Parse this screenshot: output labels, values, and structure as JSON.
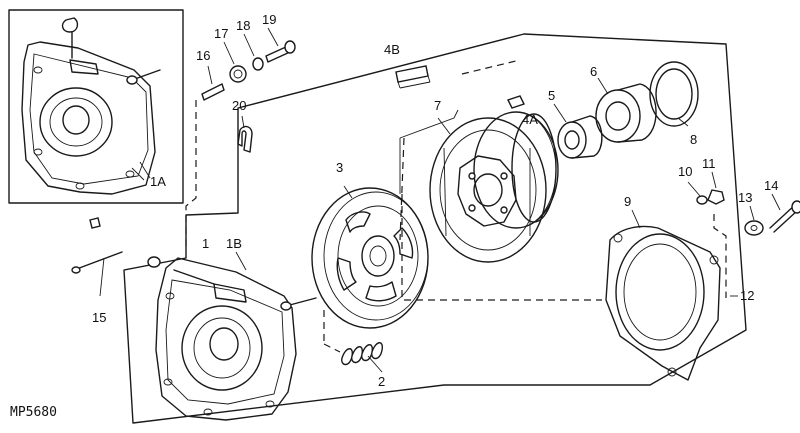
{
  "figure_code": "MP5680",
  "callouts": {
    "c1A": "1A",
    "c1B": "1B",
    "c1": "1",
    "c2": "2",
    "c3": "3",
    "c4A": "4A",
    "c4B": "4B",
    "c5": "5",
    "c6": "6",
    "c7": "7",
    "c8": "8",
    "c9": "9",
    "c10": "10",
    "c11": "11",
    "c12": "12",
    "c13": "13",
    "c14": "14",
    "c15": "15",
    "c16": "16",
    "c17": "17",
    "c18": "18",
    "c19": "19",
    "c20": "20"
  }
}
